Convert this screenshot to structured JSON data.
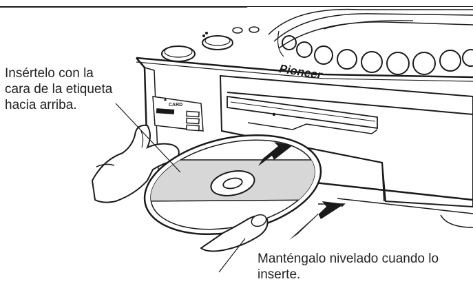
{
  "image": {
    "background": "#ffffff",
    "ink": "#1a1a1a",
    "label_fill": "#d7d7d7"
  },
  "brand": {
    "logo_text": "Pioneer"
  },
  "device": {
    "card_label": "CARD"
  },
  "captions": {
    "top": [
      "Insértelo con la",
      "cara de la etiqueta",
      "hacia arriba."
    ],
    "bottom": [
      "Manténgalo nivelado cuando lo",
      "inserte."
    ]
  },
  "icons": [
    "up-arrow-icon",
    "up-arrow-icon"
  ]
}
